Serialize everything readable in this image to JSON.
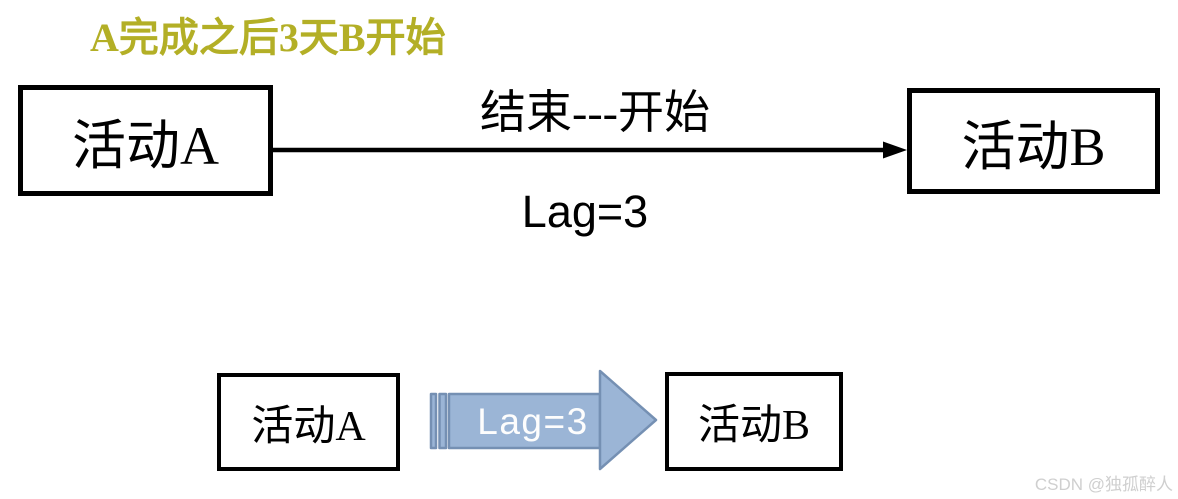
{
  "title": {
    "text": "A完成之后3天B开始",
    "color": "#b3af26"
  },
  "top_diagram": {
    "activity_a_label": "活动A",
    "activity_b_label": "活动B",
    "relation_label": "结束---开始",
    "lag_label": "Lag=3",
    "line_color": "#000000"
  },
  "bottom_diagram": {
    "activity_a_label": "活动A",
    "activity_b_label": "活动B",
    "arrow_label": "Lag=3",
    "arrow_fill": "#9bb5d6",
    "arrow_stroke": "#7590b3",
    "arrow_text_color": "#fdfdfd"
  },
  "watermark": {
    "text": "CSDN @独孤醉人",
    "color": "#cfcfcf"
  }
}
